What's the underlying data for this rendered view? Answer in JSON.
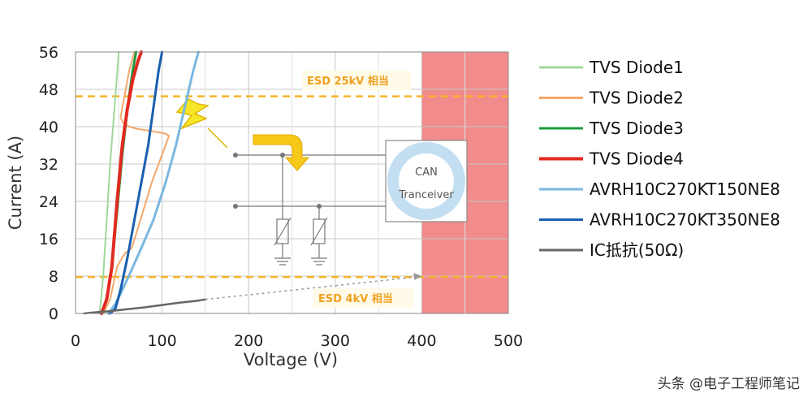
{
  "chart_data": {
    "type": "line",
    "xlabel": "Voltage (V)",
    "ylabel": "Current (A)",
    "xlim": [
      0,
      500
    ],
    "ylim": [
      0,
      56
    ],
    "x_ticks": [
      "0",
      "100",
      "200",
      "300",
      "400",
      "500"
    ],
    "y_ticks": [
      "0",
      "8",
      "16",
      "24",
      "32",
      "40",
      "48",
      "56"
    ],
    "grid": true,
    "legend_position": "right",
    "forbidden_zone": {
      "x_from": 400,
      "x_to": 500,
      "color": "#f28b8b"
    },
    "reference_lines": [
      {
        "label": "ESD 25kV 相当",
        "y": 46.5,
        "color": "#f5b428"
      },
      {
        "label": "ESD 4kV 相当",
        "y": 7.8,
        "color": "#f5b428"
      }
    ],
    "series": [
      {
        "name": "TVS Diode1",
        "color": "#9fd89a",
        "width": 2,
        "points": [
          [
            28,
            0
          ],
          [
            32,
            8
          ],
          [
            36,
            20
          ],
          [
            40,
            32
          ],
          [
            45,
            44
          ],
          [
            50,
            56
          ]
        ]
      },
      {
        "name": "TVS Diode2",
        "color": "#f4a86a",
        "width": 2,
        "points": [
          [
            32,
            0
          ],
          [
            40,
            3
          ],
          [
            48,
            10
          ],
          [
            54,
            12
          ],
          [
            58,
            13
          ],
          [
            65,
            14
          ],
          [
            75,
            20
          ],
          [
            88,
            28
          ],
          [
            100,
            34
          ],
          [
            108,
            38
          ],
          [
            104,
            38.5
          ],
          [
            90,
            39
          ],
          [
            72,
            39.5
          ],
          [
            62,
            40
          ],
          [
            55,
            40.8
          ],
          [
            52,
            42
          ],
          [
            56,
            46
          ],
          [
            62,
            52
          ],
          [
            68,
            56
          ]
        ]
      },
      {
        "name": "TVS Diode3",
        "color": "#1e9a3e",
        "width": 3,
        "points": [
          [
            30,
            0
          ],
          [
            36,
            3
          ],
          [
            42,
            10
          ],
          [
            48,
            22
          ],
          [
            54,
            34
          ],
          [
            60,
            44
          ],
          [
            66,
            52
          ],
          [
            70,
            56
          ]
        ]
      },
      {
        "name": "TVS Diode4",
        "color": "#e02a20",
        "width": 4,
        "points": [
          [
            30,
            0
          ],
          [
            36,
            3
          ],
          [
            42,
            10
          ],
          [
            48,
            24
          ],
          [
            54,
            36
          ],
          [
            60,
            44
          ],
          [
            66,
            50
          ],
          [
            72,
            54
          ],
          [
            76,
            56
          ]
        ]
      },
      {
        "name": "AVRH10C270KT150NE8",
        "color": "#7ab8e0",
        "width": 3,
        "points": [
          [
            38,
            0
          ],
          [
            46,
            2
          ],
          [
            54,
            5
          ],
          [
            64,
            9
          ],
          [
            76,
            14
          ],
          [
            90,
            20
          ],
          [
            104,
            28
          ],
          [
            116,
            36
          ],
          [
            126,
            44
          ],
          [
            136,
            52
          ],
          [
            142,
            56
          ]
        ]
      },
      {
        "name": "AVRH10C270KT350NE8",
        "color": "#1a5fb0",
        "width": 3,
        "points": [
          [
            40,
            0
          ],
          [
            46,
            1
          ],
          [
            52,
            5
          ],
          [
            60,
            12
          ],
          [
            68,
            20
          ],
          [
            76,
            28
          ],
          [
            84,
            36
          ],
          [
            90,
            44
          ],
          [
            96,
            52
          ],
          [
            100,
            56
          ]
        ]
      },
      {
        "name": "IC抵抗(50Ω)",
        "color": "#666666",
        "width": 2.5,
        "points": [
          [
            10,
            0
          ],
          [
            20,
            0.2
          ],
          [
            40,
            0.5
          ],
          [
            60,
            0.9
          ],
          [
            80,
            1.3
          ],
          [
            100,
            1.8
          ],
          [
            120,
            2.3
          ],
          [
            140,
            2.7
          ],
          [
            150,
            3
          ]
        ]
      }
    ],
    "extension_line": {
      "from": [
        150,
        3
      ],
      "to": [
        400,
        8
      ],
      "color": "#999999"
    },
    "annotations": {
      "can_line1": "CAN",
      "can_line2": "Tranceiver"
    }
  },
  "watermark": "头条 @电子工程师笔记"
}
